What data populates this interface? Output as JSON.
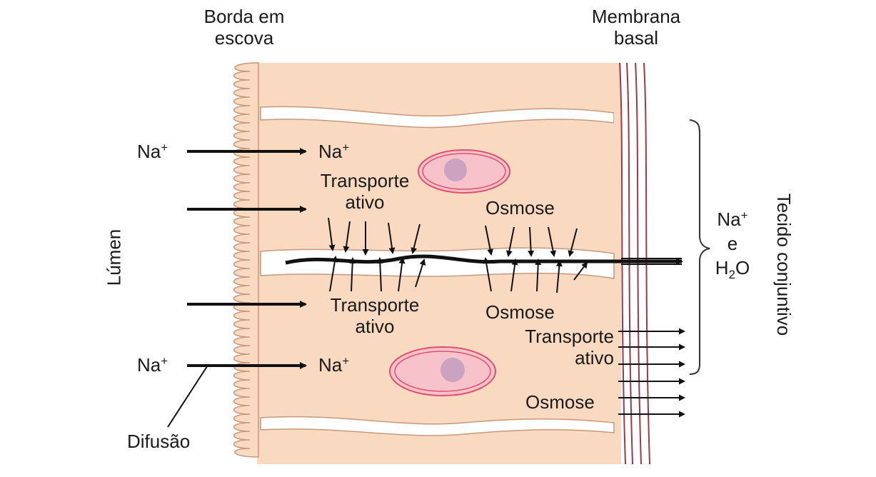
{
  "labels": {
    "brush_border": "Borda em escova",
    "basement_membrane": "Membrana basal",
    "lumen": "Lúmen",
    "connective_tissue": "Tecido conjuntivo",
    "na": "Na",
    "na_charge": "+",
    "active_transport": "Transporte ativo",
    "osmosis": "Osmose",
    "diffusion": "Difusão",
    "na_and_water_na": "Na",
    "and": "e",
    "water_h": "H",
    "water_sub": "2",
    "water_o": "O"
  },
  "colors": {
    "cell_fill": "#f9d9bf",
    "cell_outline": "#c9987a",
    "nucleus_ring": "#e0506e",
    "nucleus_fill": "#f7c2c9",
    "nucleolus": "#c9a3bf",
    "membrane_lines": "#a0384a",
    "arrow": "#111111"
  }
}
